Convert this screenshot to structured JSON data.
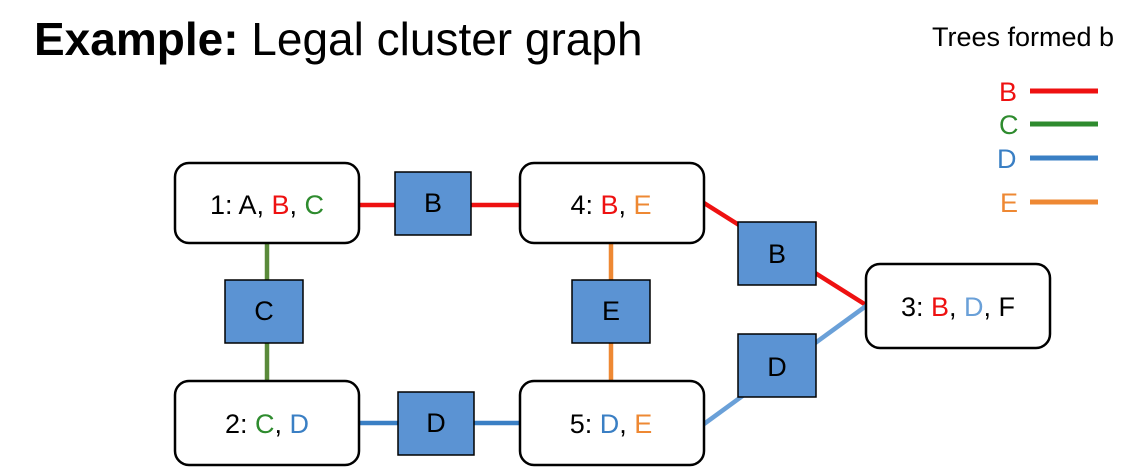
{
  "title": {
    "bold": "Example:",
    "rest": " Legal cluster graph"
  },
  "legend": {
    "heading": "Trees formed b",
    "items": [
      {
        "var": "B",
        "color": "#ee1111"
      },
      {
        "var": "C",
        "color": "#2e8b2e"
      },
      {
        "var": "D",
        "color": "#3a7fc4"
      },
      {
        "var": "E",
        "color": "#ee8833"
      }
    ]
  },
  "colors": {
    "B": "#ee1111",
    "C": "#2e8b2e",
    "C_edge": "#5a8a3a",
    "D": "#3a7fc4",
    "D_edge": "#6aa0d8",
    "E": "#ee8833",
    "plain": "#000000",
    "separator_fill": "#5b93d3"
  },
  "clusters": {
    "c1": {
      "prefix": "1: ",
      "vars": [
        {
          "t": "A",
          "c": "plain"
        },
        {
          "t": "B",
          "c": "B"
        },
        {
          "t": "C",
          "c": "C"
        }
      ]
    },
    "c2": {
      "prefix": "2: ",
      "vars": [
        {
          "t": "C",
          "c": "C"
        },
        {
          "t": "D",
          "c": "D"
        }
      ]
    },
    "c3": {
      "prefix": "3: ",
      "vars": [
        {
          "t": "B",
          "c": "B"
        },
        {
          "t": "D",
          "c": "D_edge"
        },
        {
          "t": "F",
          "c": "plain"
        }
      ]
    },
    "c4": {
      "prefix": "4: ",
      "vars": [
        {
          "t": "B",
          "c": "B"
        },
        {
          "t": "E",
          "c": "E"
        }
      ]
    },
    "c5": {
      "prefix": "5: ",
      "vars": [
        {
          "t": "D",
          "c": "D"
        },
        {
          "t": "E",
          "c": "E"
        }
      ]
    }
  },
  "separators": {
    "s14": "B",
    "s12": "C",
    "s45": "E",
    "s25": "D",
    "s43": "B",
    "s53": "D"
  }
}
